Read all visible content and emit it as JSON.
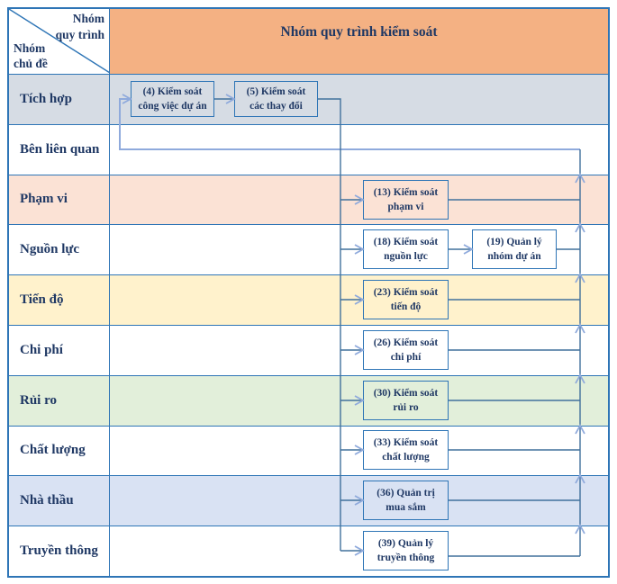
{
  "colors": {
    "border": "#2E75B6",
    "header_fill": "#F4B183",
    "text": "#1F3864",
    "line_medium": "#41719C",
    "line_light": "#8FAADC"
  },
  "corner": {
    "top_label": "Nhóm\nquy trình",
    "bottom_label": "Nhóm\nchủ đề"
  },
  "header": {
    "title": "Nhóm quy trình kiểm soát"
  },
  "rows": [
    {
      "label": "Tích hợp",
      "fill": "#D6DCE4"
    },
    {
      "label": "Bên liên quan",
      "fill": "#FFFFFF"
    },
    {
      "label": "Phạm vi",
      "fill": "#FBE2D5"
    },
    {
      "label": "Nguồn lực",
      "fill": "#FFFFFF"
    },
    {
      "label": "Tiến độ",
      "fill": "#FFF2CC"
    },
    {
      "label": "Chi phí",
      "fill": "#FFFFFF"
    },
    {
      "label": "Rủi ro",
      "fill": "#E2EFDA"
    },
    {
      "label": "Chất lượng",
      "fill": "#FFFFFF"
    },
    {
      "label": "Nhà thầu",
      "fill": "#D9E2F3"
    },
    {
      "label": "Truyền thông",
      "fill": "#FFFFFF"
    }
  ],
  "boxes": [
    {
      "id": "4",
      "label": "(4) Kiểm soát\ncông việc dự án"
    },
    {
      "id": "5",
      "label": "(5) Kiểm soát\ncác thay đổi"
    },
    {
      "id": "13",
      "label": "(13) Kiểm soát\nphạm vi"
    },
    {
      "id": "18",
      "label": "(18) Kiểm soát\nnguồn lực"
    },
    {
      "id": "19",
      "label": "(19) Quản lý\nnhóm dự án"
    },
    {
      "id": "23",
      "label": "(23) Kiểm soát\ntiến độ"
    },
    {
      "id": "26",
      "label": "(26) Kiểm soát\nchi phí"
    },
    {
      "id": "30",
      "label": "(30) Kiểm soát\nrủi ro"
    },
    {
      "id": "33",
      "label": "(33) Kiểm soát\nchất lượng"
    },
    {
      "id": "36",
      "label": "(36) Quản trị\nmua sắm"
    },
    {
      "id": "39",
      "label": "(39) Quản lý\ntruyền thông"
    }
  ]
}
